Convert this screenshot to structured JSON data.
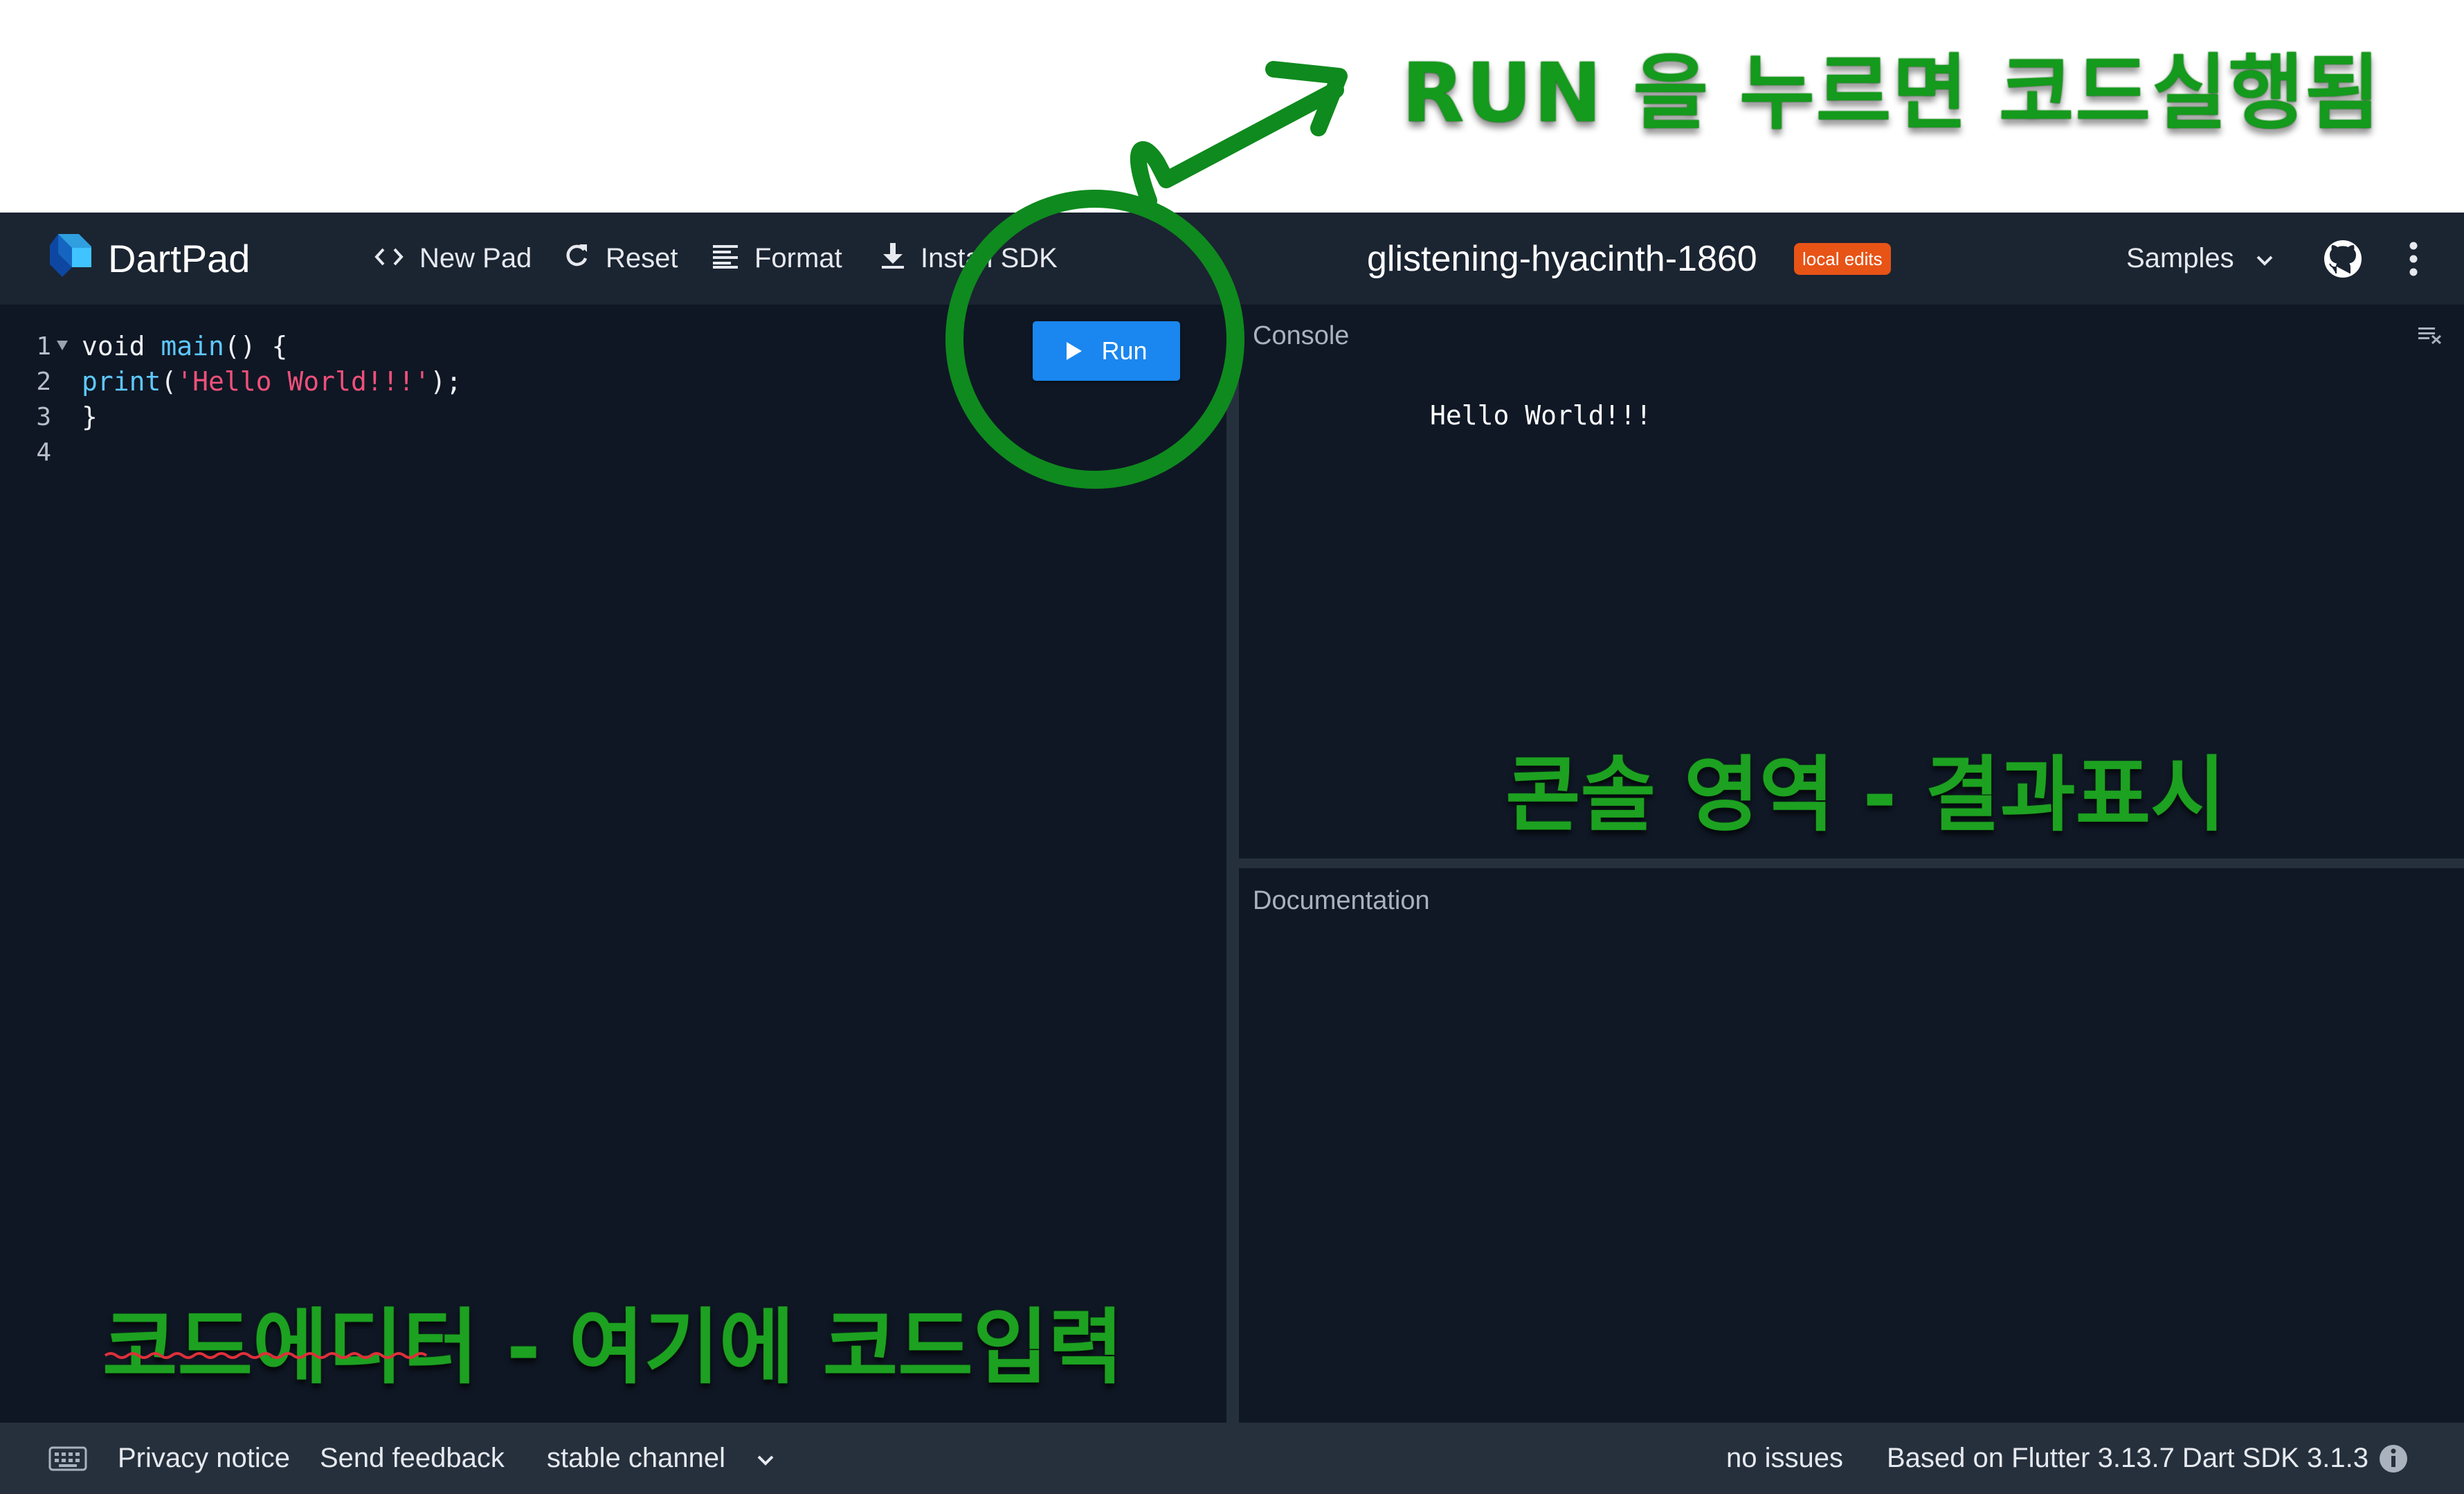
{
  "annotations": {
    "run_note": "RUN 을 누르면 코드실행됨",
    "console_note": "콘솔 영역 - 결과표시",
    "editor_note": "코드에디터 - 여기에 코드입력"
  },
  "header": {
    "brand": "DartPad",
    "new_pad": "New Pad",
    "reset": "Reset",
    "format": "Format",
    "install_sdk": "Install SDK",
    "pad_title": "glistening-hyacinth-1860",
    "badge": "local edits",
    "samples": "Samples"
  },
  "editor": {
    "line_numbers": [
      "1",
      "2",
      "3",
      "4"
    ],
    "code": {
      "l1_kw": "void ",
      "l1_fn": "main",
      "l1_rest": "() {",
      "l2_fn": "print",
      "l2_open": "(",
      "l2_str": "'Hello World!!!'",
      "l2_close": ");",
      "l3": "}"
    },
    "run_label": "Run"
  },
  "console": {
    "title": "Console",
    "output": "Hello World!!!"
  },
  "documentation": {
    "title": "Documentation"
  },
  "footer": {
    "privacy": "Privacy notice",
    "feedback": "Send feedback",
    "channel": "stable channel",
    "issues": "no issues",
    "version": "Based on Flutter 3.13.7 Dart SDK 3.1.3"
  },
  "colors": {
    "header_bg": "#1b2431",
    "editor_bg": "#0f1724",
    "run_button": "#1a86ef",
    "badge": "#e85316",
    "annotation_green": "#149a1c"
  }
}
